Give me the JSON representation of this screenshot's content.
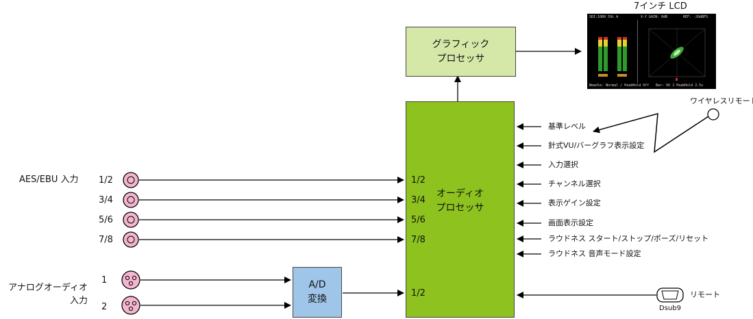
{
  "lcd": {
    "title": "7インチ LCD",
    "left_header": "SDI:1080 59i A",
    "mid_header": "X-Y GAIN: 0dB",
    "right_header": "REF: -20dBFS",
    "left_footer": "Needle: Normal / PeakHold Off",
    "right_footer": "Bar: VU J PeakHold 2.5s"
  },
  "graphic_processor": {
    "label": "グラフィック\nプロセッサ"
  },
  "audio_processor": {
    "label": "オーディオ\nプロセッサ"
  },
  "ad_converter": {
    "label": "A/D\n変換"
  },
  "aes_inputs": {
    "label": "AES/EBU 入力",
    "channels": [
      "1/2",
      "3/4",
      "5/6",
      "7/8"
    ]
  },
  "analog_inputs": {
    "label": "アナログオーディオ\n入力",
    "channels": [
      "1",
      "2"
    ]
  },
  "processor_ports": [
    "1/2",
    "3/4",
    "5/6",
    "7/8",
    "1/2"
  ],
  "controls": [
    "基準レベル",
    "針式VU/バーグラフ表示設定",
    "入力選択",
    "チャンネル選択",
    "表示ゲイン設定",
    "画面表示設定",
    "ラウドネス スタート/ストップ/ポーズ/リセット",
    "ラウドネス 音声モード設定"
  ],
  "wireless_remote": {
    "label": "ワイヤレスリモート"
  },
  "remote": {
    "label": "リモート",
    "connector": "Dsub9"
  },
  "colors": {
    "graphic_box": "#d6e8a8",
    "audio_box": "#8dc21f",
    "ad_box": "#9fc5e8",
    "connector": "#f4b6cf",
    "lcd_bg": "#000000",
    "meter_green": "#2e9a2e",
    "meter_yellow": "#e2d22a",
    "meter_red": "#d0302a"
  }
}
